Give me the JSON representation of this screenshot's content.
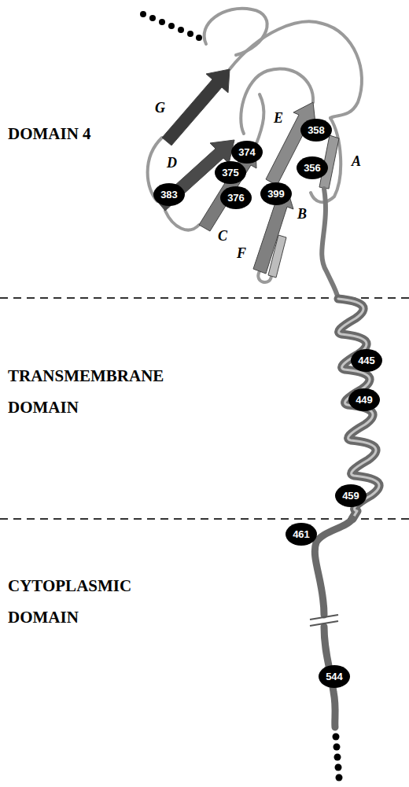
{
  "diagram": {
    "nodes": [
      {
        "text": [
          "358"
        ]
      },
      {
        "text": [
          "356"
        ]
      },
      {
        "text": [
          "374"
        ]
      },
      {
        "text": [
          "375"
        ]
      },
      {
        "text": [
          "383"
        ]
      },
      {
        "text": [
          "376"
        ]
      },
      {
        "text": [
          "399"
        ]
      },
      {
        "text": [
          "445"
        ]
      },
      {
        "text": [
          "449"
        ]
      },
      {
        "text": [
          "459"
        ]
      },
      {
        "text": [
          "461"
        ]
      },
      {
        "text": [
          "544"
        ]
      }
    ],
    "labels": [
      "DOMAIN 4",
      "TRANSMEMBRANE DOMAIN",
      "CYTOPLASMIC DOMAIN",
      "G",
      "D",
      "E",
      "A",
      "B",
      "C",
      "F"
    ]
  }
}
